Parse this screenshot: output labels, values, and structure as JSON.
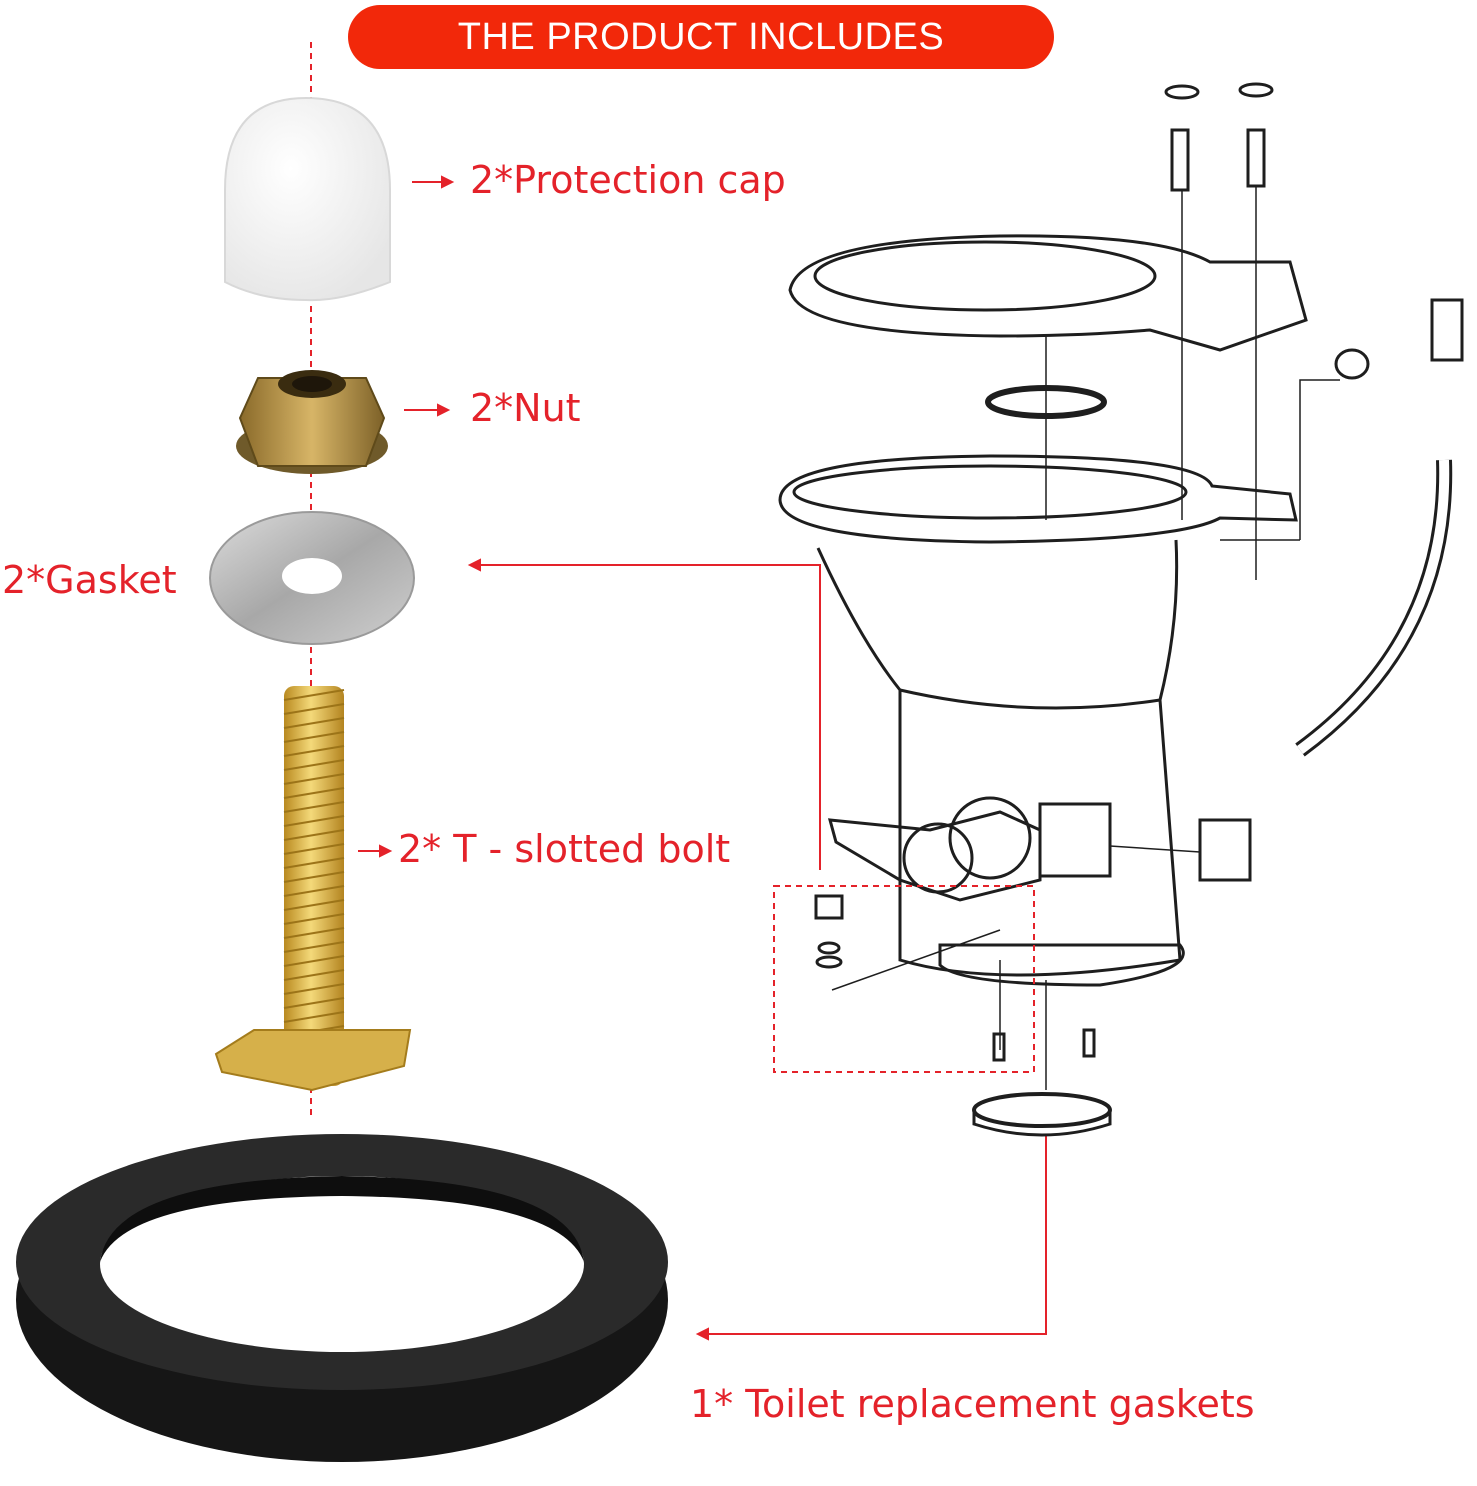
{
  "banner": {
    "title": "THE PRODUCT INCLUDES"
  },
  "parts": [
    {
      "id": "cap",
      "label": "2*Protection cap"
    },
    {
      "id": "nut",
      "label": "2*Nut"
    },
    {
      "id": "gasket",
      "label": "2*Gasket"
    },
    {
      "id": "bolt",
      "label": "2* T - slotted bolt"
    },
    {
      "id": "ring",
      "label": "1* Toilet replacement gaskets"
    }
  ],
  "colors": {
    "accent": "#f2280a",
    "label_text": "#e4222a",
    "ring": "#1c1c1c",
    "brass": "#d9b24a"
  }
}
